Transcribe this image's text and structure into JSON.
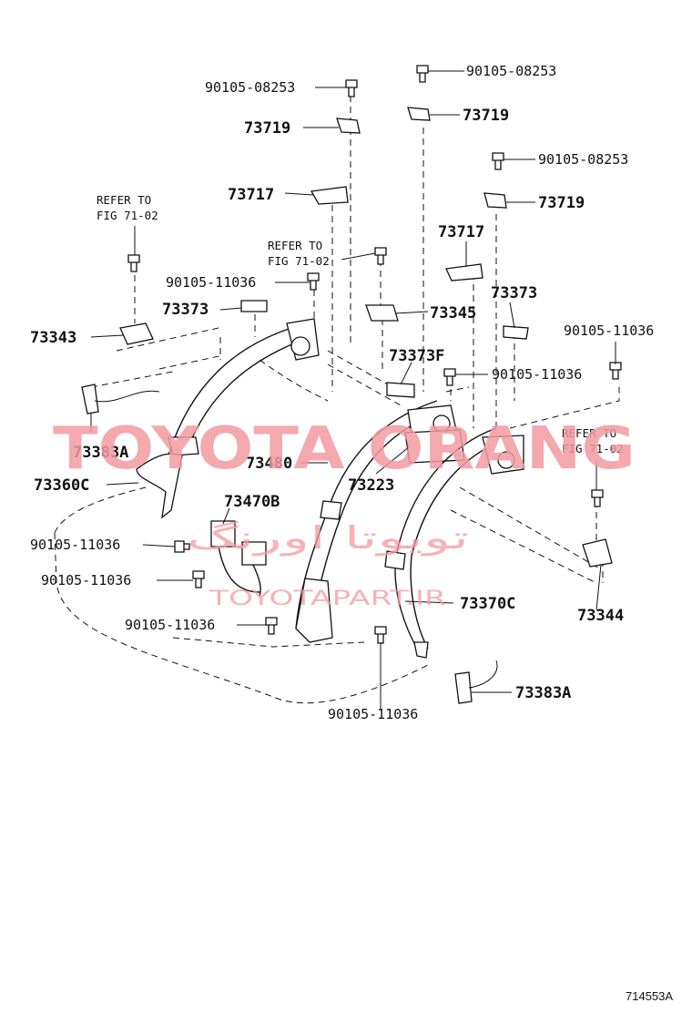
{
  "diagram": {
    "code": "714553A",
    "references": [
      {
        "line1": "REFER TO",
        "line2": "FIG 71-02"
      },
      {
        "line1": "REFER TO",
        "line2": "FIG 71-02"
      },
      {
        "line1": "REFER TO",
        "line2": "FIG 71-02"
      }
    ],
    "labels": {
      "bolt_top_left": "90105-08253",
      "bolt_top_center": "90105-08253",
      "bolt_top_right": "90105-08253",
      "anchor_left": "73719",
      "anchor_center": "73719",
      "anchor_right": "73719",
      "cover_left": "73717",
      "cover_right": "73717",
      "bolt_upper_left": "90105-11036",
      "guide_left": "73373",
      "guide_right": "73373",
      "plate_left": "73343",
      "guide_center": "73345",
      "guide_center_f": "73373F",
      "bolt_mid_center": "90105-11036",
      "bolt_right": "90105-11036",
      "sensor_left": "73383A",
      "belt_center": "73480",
      "retractor_center": "73223",
      "belt_left": "73360C",
      "buckle": "73470B",
      "bolt_lower_1": "90105-11036",
      "bolt_lower_2": "90105-11036",
      "bolt_lower_3": "90105-11036",
      "belt_right": "73370C",
      "plate_right": "73344",
      "sensor_right": "73383A",
      "bolt_bottom": "90105-11036"
    },
    "watermarks": {
      "main": "TOYOTA ORANG",
      "persian": "تویوتا اورنگ",
      "site": "TOYOTAPART.IR"
    }
  }
}
